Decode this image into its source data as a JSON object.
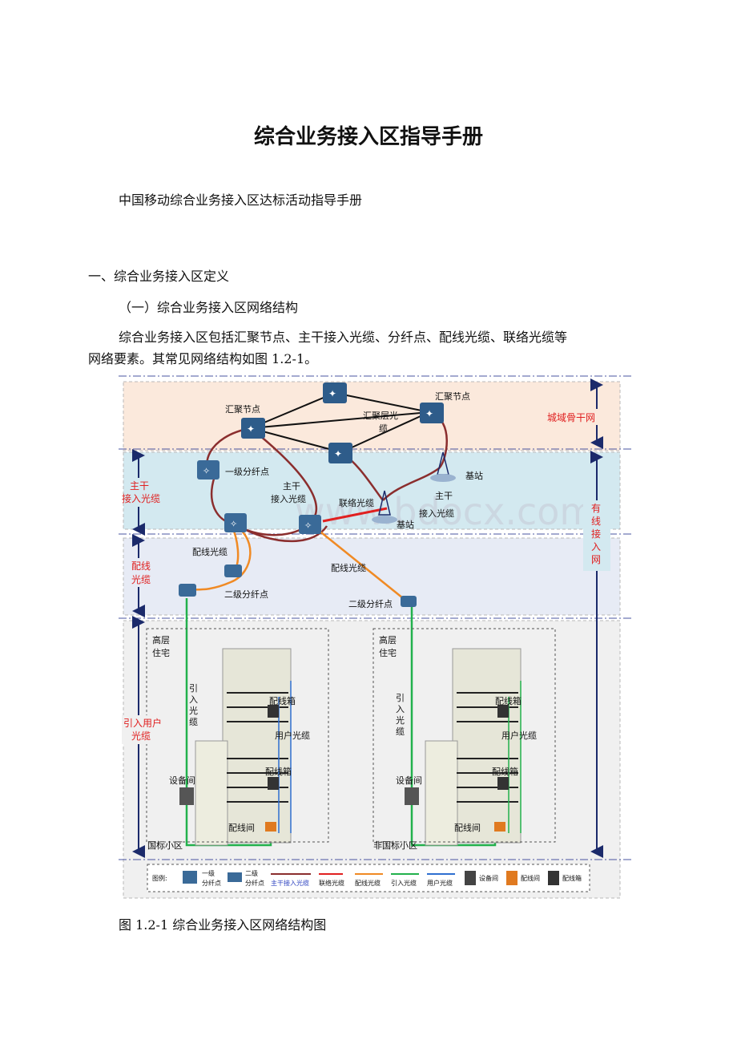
{
  "doc": {
    "title": "综合业务接入区指导手册",
    "subtitle": "中国移动综合业务接入区达标活动指导手册",
    "section1": "一、综合业务接入区定义",
    "subsection1": "（一）综合业务接入区网络结构",
    "body_line1": "综合业务接入区包括汇聚节点、主干接入光缆、分纤点、配线光缆、联络光缆等",
    "body_line2": "网络要素。其常见网络结构如图 1.2-1。",
    "caption": "图 1.2-1 综合业务接入区网络结构图"
  },
  "figure": {
    "watermark": "www.bdocx.com",
    "zones": {
      "backbone": "城域骨干网",
      "trunk": [
        "主干",
        "接入光缆"
      ],
      "distribution": [
        "配线",
        "光缆"
      ],
      "drop": [
        "引入用户",
        "光缆"
      ],
      "wired": [
        "有",
        "线",
        "接",
        "入",
        "网"
      ]
    },
    "labels": {
      "agg_left": "汇聚节点",
      "agg_right": "汇聚节点",
      "agg_cable": [
        "汇聚层光",
        "缆"
      ],
      "primary_split": "一级分纤点",
      "trunk_cable": [
        "主干",
        "接入光缆"
      ],
      "trunk_cable2": [
        "主干",
        "接入光缆"
      ],
      "contact_cable": "联络光缆",
      "base_station1": "基站",
      "base_station2": "基站",
      "dist_cable_left": "配线光缆",
      "dist_cable_right": "配线光缆",
      "secondary_split_left": "二级分纤点",
      "secondary_split_right": "二级分纤点",
      "highrise": [
        "高层",
        "住宅"
      ],
      "highrise2": [
        "高层",
        "住宅"
      ],
      "drop_cable": [
        "引",
        "入",
        "光",
        "缆"
      ],
      "drop_cable2": [
        "引",
        "入",
        "光",
        "缆"
      ],
      "dist_box_top": "配线箱",
      "dist_box_bottom": "配线箱",
      "dist_box_top2": "配线箱",
      "dist_box_bottom2": "配线箱",
      "user_cable": "用户光缆",
      "user_cable2": "用户光缆",
      "equip_room": "设备间",
      "equip_room2": "设备间",
      "dist_room": "配线间",
      "dist_room2": "配线间",
      "std_area": "国标小区",
      "nonstd_area": "非国标小区"
    },
    "legend": {
      "title": "图例:",
      "primary": [
        "一级",
        "分纤点"
      ],
      "secondary": [
        "二级",
        "分纤点"
      ],
      "trunk": "主干接入光缆",
      "contact": "联络光缆",
      "distribution": "配线光缆",
      "drop": "引入光缆",
      "user": "用户光缆",
      "equip": "设备间",
      "distroom": "配线间",
      "distbox": "配线箱"
    },
    "colors": {
      "trunk": "#8b2e2e",
      "contact": "#e02020",
      "distribution": "#f08a24",
      "drop": "#22b14c",
      "user": "#2f6fd0",
      "red_text": "#e02020",
      "node": "#2e5c8a"
    }
  }
}
